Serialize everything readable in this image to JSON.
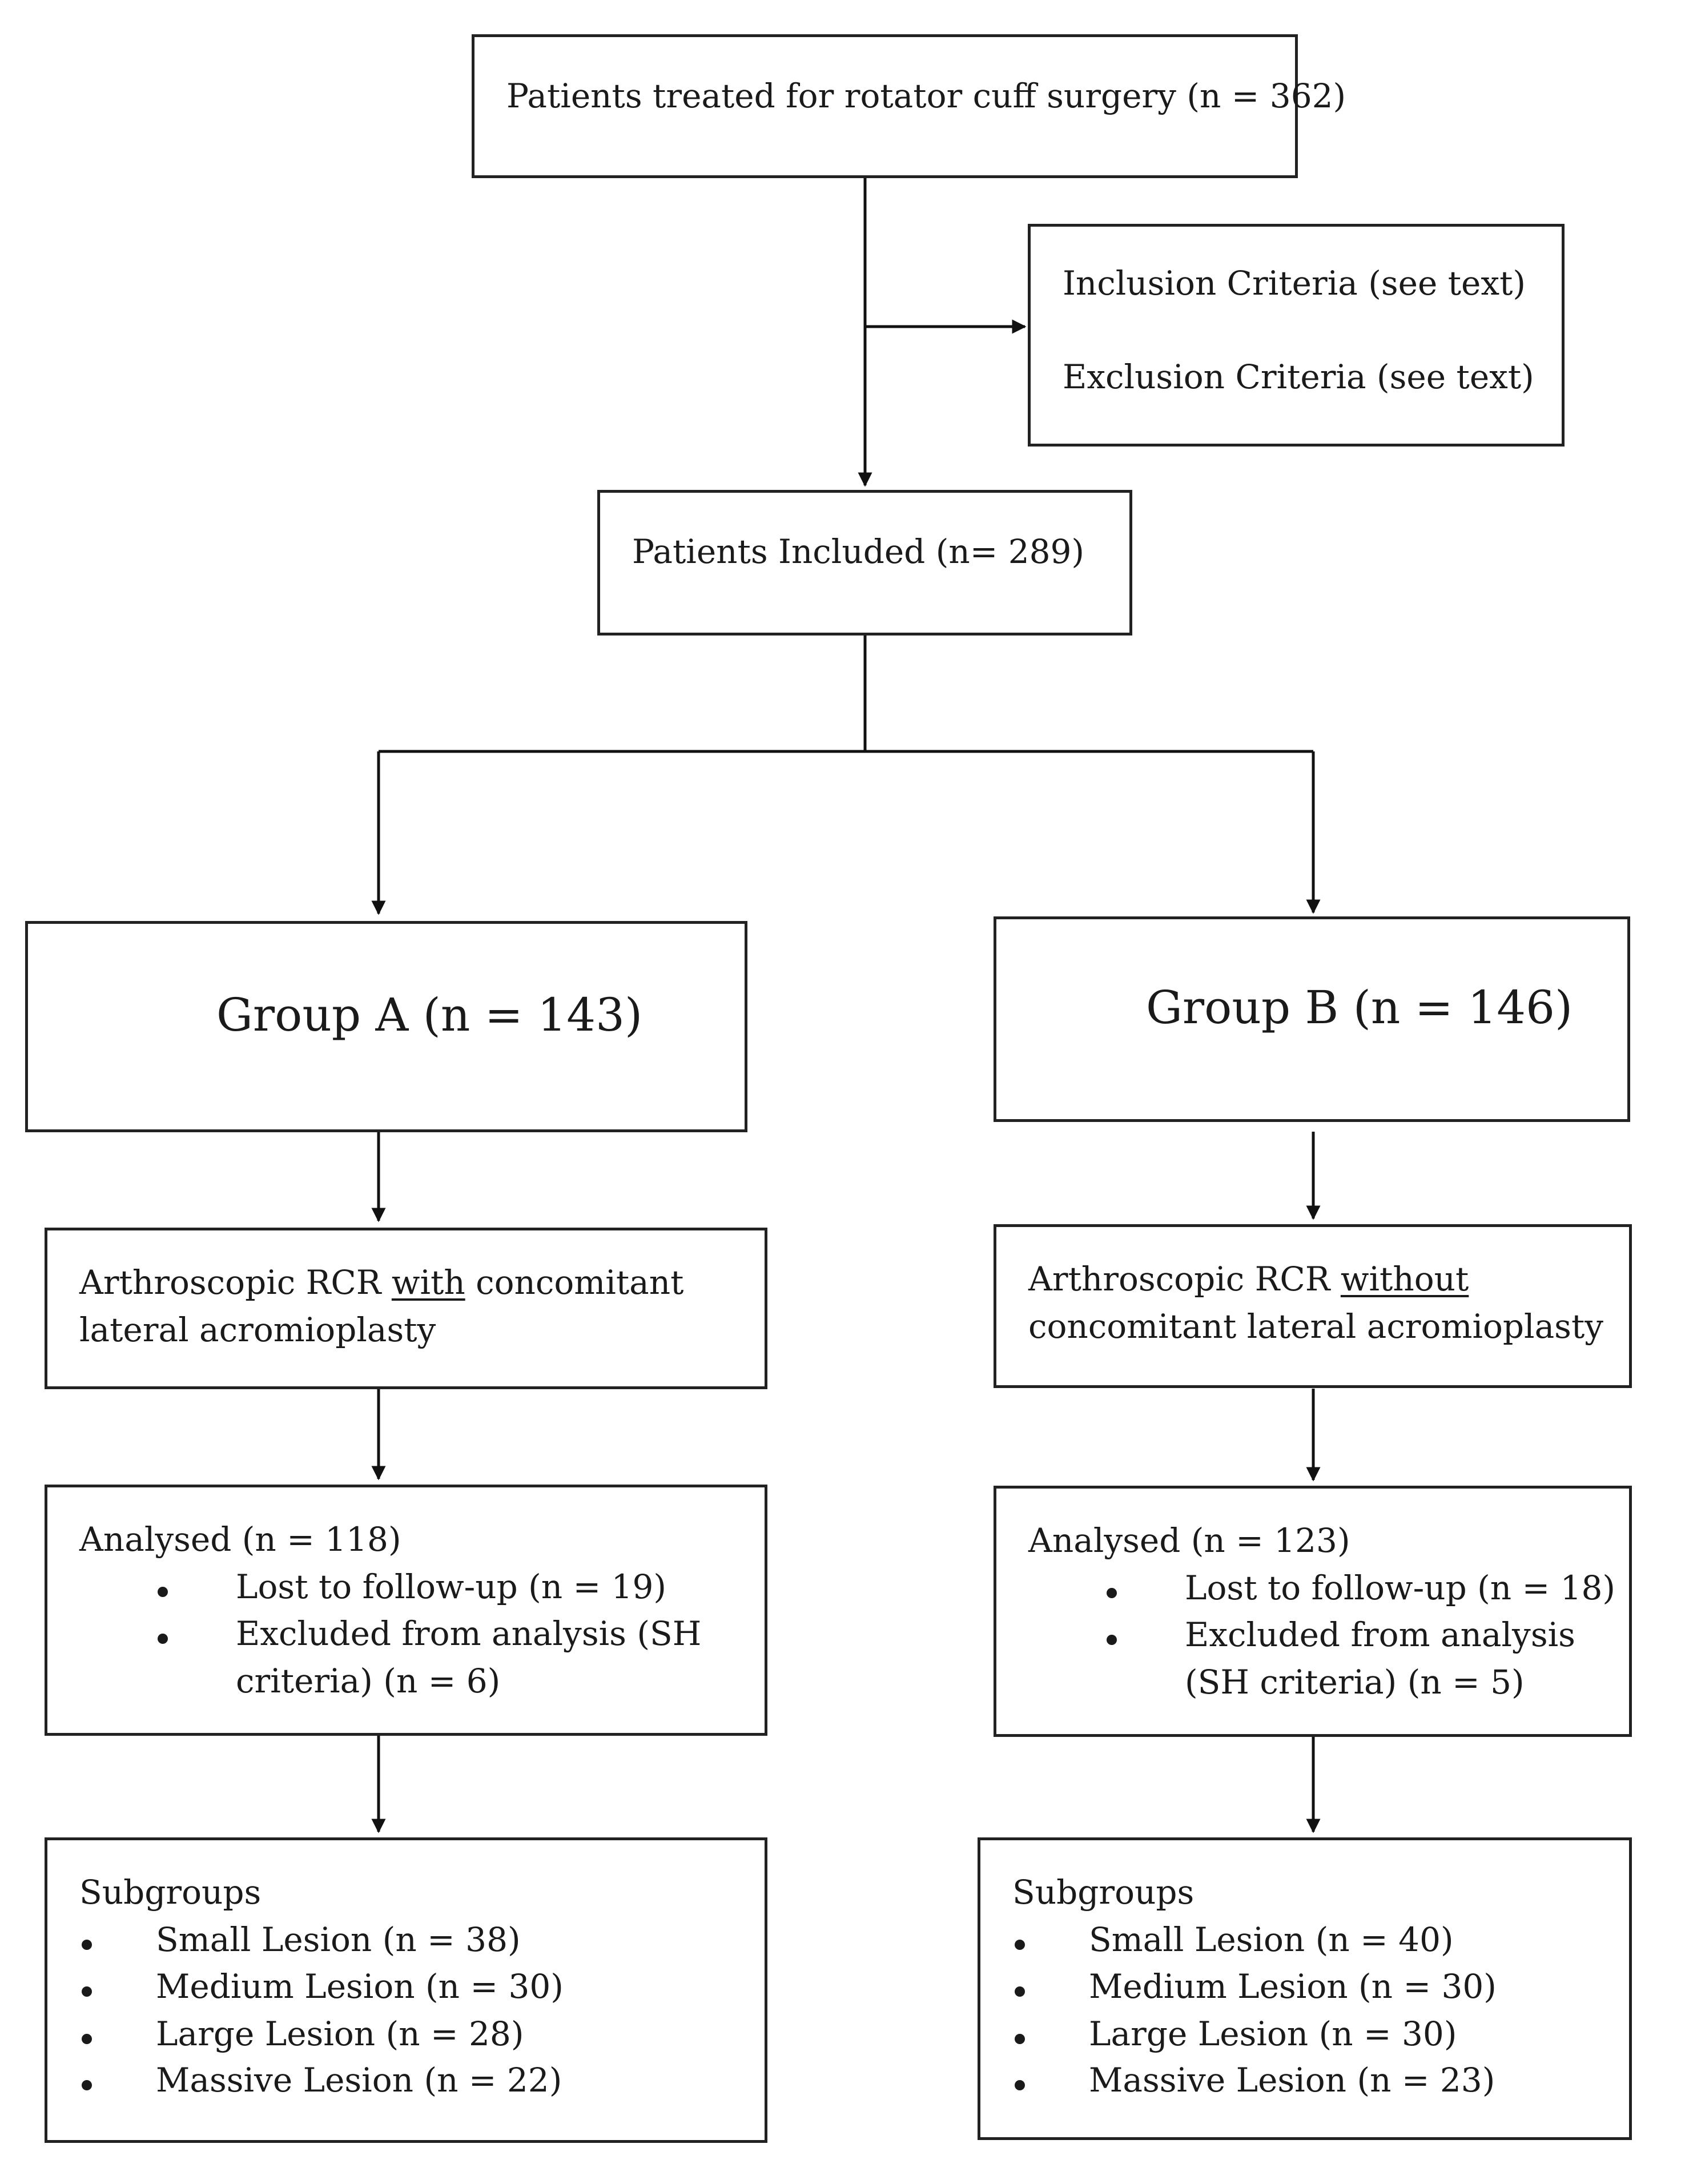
{
  "top": {
    "label": "Patients treated for rotator cuff surgery (n = 362)"
  },
  "criteria": {
    "inclusion": "Inclusion Criteria (see text)",
    "exclusion": "Exclusion Criteria (see text)"
  },
  "included": {
    "label": "Patients Included (n= 289)"
  },
  "group_a": {
    "title": "Group A (n = 143)",
    "procedure": {
      "prefix": "Arthroscopic RCR ",
      "emphasis": "with",
      "suffix": " concomitant",
      "line2": "lateral acromioplasty"
    },
    "analysed": {
      "label": "Analysed (n = 118)",
      "lost": "Lost to follow-up (n = 19)",
      "excluded_line1": "Excluded from analysis (SH",
      "excluded_line2": "criteria) (n = 6)"
    },
    "subgroups": {
      "title": "Subgroups",
      "items": [
        "Small Lesion (n = 38)",
        "Medium Lesion (n = 30)",
        "Large Lesion (n = 28)",
        "Massive Lesion (n = 22)"
      ]
    }
  },
  "group_b": {
    "title": "Group B (n = 146)",
    "procedure": {
      "prefix": "Arthroscopic RCR ",
      "emphasis": "without",
      "line2": "concomitant lateral acromioplasty"
    },
    "analysed": {
      "label": "Analysed (n = 123)",
      "lost": "Lost to follow-up (n = 18)",
      "excluded_line1": "Excluded from analysis",
      "excluded_line2": "(SH criteria) (n = 5)"
    },
    "subgroups": {
      "title": "Subgroups",
      "items": [
        "Small Lesion (n = 40)",
        "Medium Lesion (n = 30)",
        "Large Lesion (n = 30)",
        "Massive Lesion (n = 23)"
      ]
    }
  }
}
